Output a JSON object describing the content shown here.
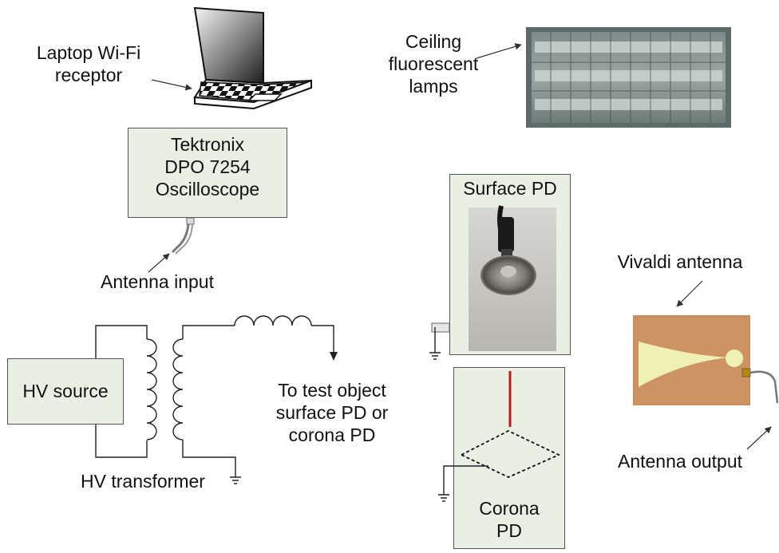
{
  "labels": {
    "laptop": "Laptop Wi-Fi\nreceptor",
    "lamps": "Ceiling\nfluorescent\nlamps",
    "oscilloscope": "Tektronix\nDPO 7254\nOscilloscope",
    "antenna_input": "Antenna input",
    "surface_pd": "Surface PD",
    "corona_pd": "Corona\nPD",
    "vivaldi": "Vivaldi antenna",
    "antenna_output": "Antenna output",
    "hv_source": "HV source",
    "hv_transformer": "HV transformer",
    "test_object": "To test object\nsurface PD or\ncorona PD"
  },
  "colors": {
    "box_fill": "#eaefe3",
    "pcb_copper": "#c98d5e",
    "vivaldi_slot": "#eef0b4",
    "corona_needle": "#b0201e",
    "line": "#222222"
  }
}
